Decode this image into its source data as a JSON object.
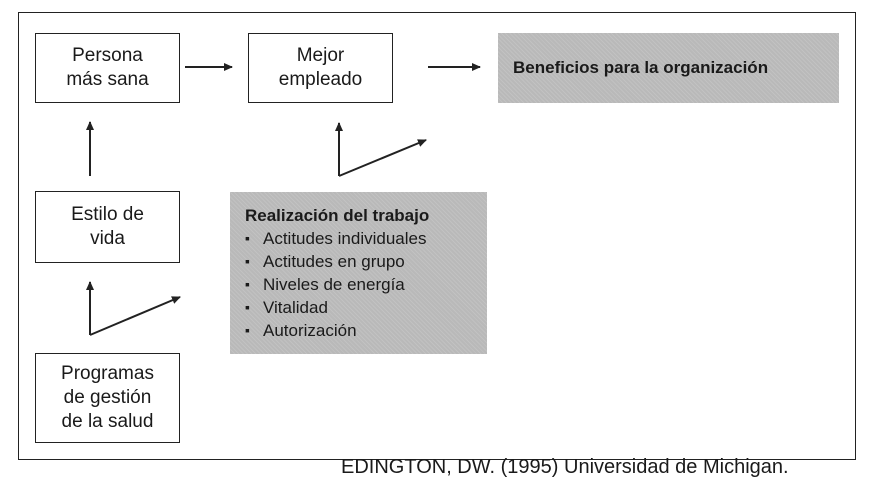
{
  "nodes": {
    "persona": {
      "lines": [
        "Persona",
        "más sana"
      ]
    },
    "mejor": {
      "lines": [
        "Mejor",
        "empleado"
      ]
    },
    "beneficios": {
      "label": "Beneficios para la organización"
    },
    "estilo": {
      "lines": [
        "Estilo de",
        "vida"
      ]
    },
    "programas": {
      "lines": [
        "Programas",
        "de gestión",
        "de la salud"
      ]
    },
    "realizacion": {
      "title": "Realización del trabajo",
      "bullet_glyph": "▪",
      "items": [
        "Actitudes individuales",
        "Actitudes en grupo",
        "Niveles de energía",
        "Vitalidad",
        "Autorización"
      ]
    }
  },
  "citation": "EDINGTON, DW. (1995) Universidad de Michigan.",
  "colors": {
    "shaded_box": "#b9b9b9",
    "line": "#222222"
  }
}
